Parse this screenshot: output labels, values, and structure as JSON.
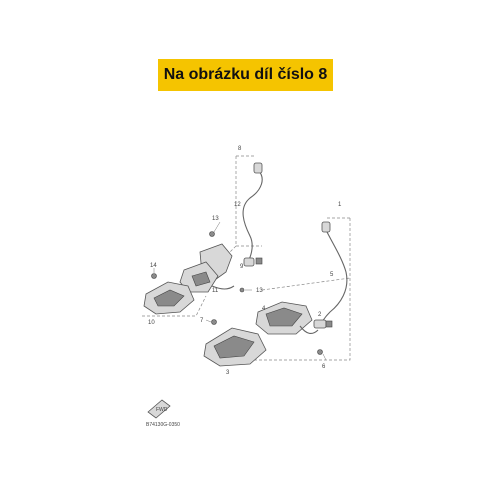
{
  "banner": {
    "text": "Na obrázku díl číslo 8",
    "color": "#f5c400"
  },
  "callouts": {
    "c1": "1",
    "c2": "2",
    "c3": "3",
    "c4": "4",
    "c5": "5",
    "c6": "6",
    "c7": "7",
    "c8": "8",
    "c9": "9",
    "c10": "10",
    "c11": "11",
    "c12": "12",
    "c13a": "13",
    "c13b": "13",
    "c14": "14"
  },
  "fwd_label": "FWD",
  "diagram_code": "B74130G-0350"
}
